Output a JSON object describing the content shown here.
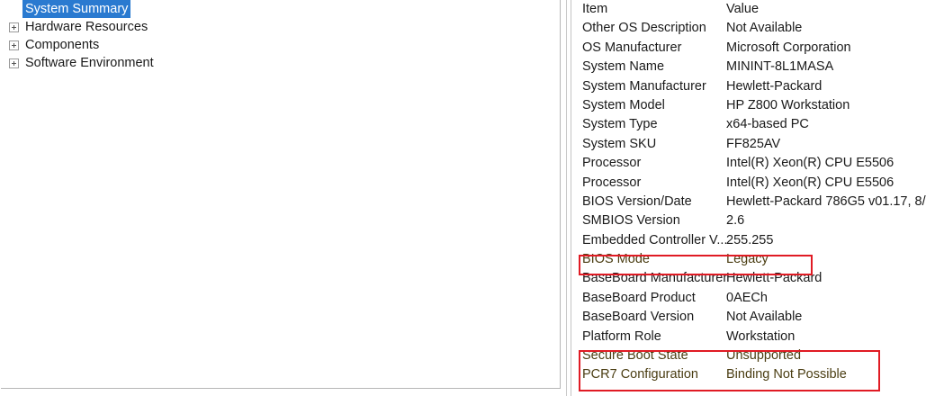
{
  "tree": {
    "nodes": [
      {
        "label": "System Summary",
        "selected": true,
        "expandable": false,
        "level": 0
      },
      {
        "label": "Hardware Resources",
        "selected": false,
        "expandable": true,
        "level": 0
      },
      {
        "label": "Components",
        "selected": false,
        "expandable": true,
        "level": 0
      },
      {
        "label": "Software Environment",
        "selected": false,
        "expandable": true,
        "level": 0
      }
    ],
    "expander_icon": "plus-box-icon",
    "selection_color": "#2a7ad0"
  },
  "details": {
    "columns": {
      "item": "Item",
      "value": "Value"
    },
    "rows": [
      {
        "item": "Other OS Description",
        "value": "Not Available"
      },
      {
        "item": "OS Manufacturer",
        "value": "Microsoft Corporation"
      },
      {
        "item": "System Name",
        "value": "MININT-8L1MASA"
      },
      {
        "item": "System Manufacturer",
        "value": "Hewlett-Packard"
      },
      {
        "item": "System Model",
        "value": "HP Z800 Workstation"
      },
      {
        "item": "System Type",
        "value": "x64-based PC"
      },
      {
        "item": "System SKU",
        "value": "FF825AV"
      },
      {
        "item": "Processor",
        "value": "Intel(R) Xeon(R) CPU           E5506"
      },
      {
        "item": "Processor",
        "value": "Intel(R) Xeon(R) CPU           E5506"
      },
      {
        "item": "BIOS Version/Date",
        "value": "Hewlett-Packard 786G5 v01.17, 8/"
      },
      {
        "item": "SMBIOS Version",
        "value": "2.6"
      },
      {
        "item": "Embedded Controller V...",
        "value": "255.255"
      },
      {
        "item": "BIOS Mode",
        "value": "Legacy",
        "highlighted": true
      },
      {
        "item": "BaseBoard Manufacturer",
        "value": "Hewlett-Packard"
      },
      {
        "item": "BaseBoard Product",
        "value": "0AECh"
      },
      {
        "item": "BaseBoard Version",
        "value": "Not Available"
      },
      {
        "item": "Platform Role",
        "value": "Workstation"
      },
      {
        "item": "Secure Boot State",
        "value": "Unsupported",
        "highlighted": true
      },
      {
        "item": "PCR7 Configuration",
        "value": "Binding Not Possible",
        "highlighted": true
      }
    ]
  },
  "annotations": {
    "color": "#e01b24",
    "boxes": [
      {
        "name": "bios-mode-highlight",
        "targets": [
          "BIOS Mode"
        ]
      },
      {
        "name": "secure-boot-highlight",
        "targets": [
          "Secure Boot State",
          "PCR7 Configuration"
        ]
      }
    ]
  }
}
